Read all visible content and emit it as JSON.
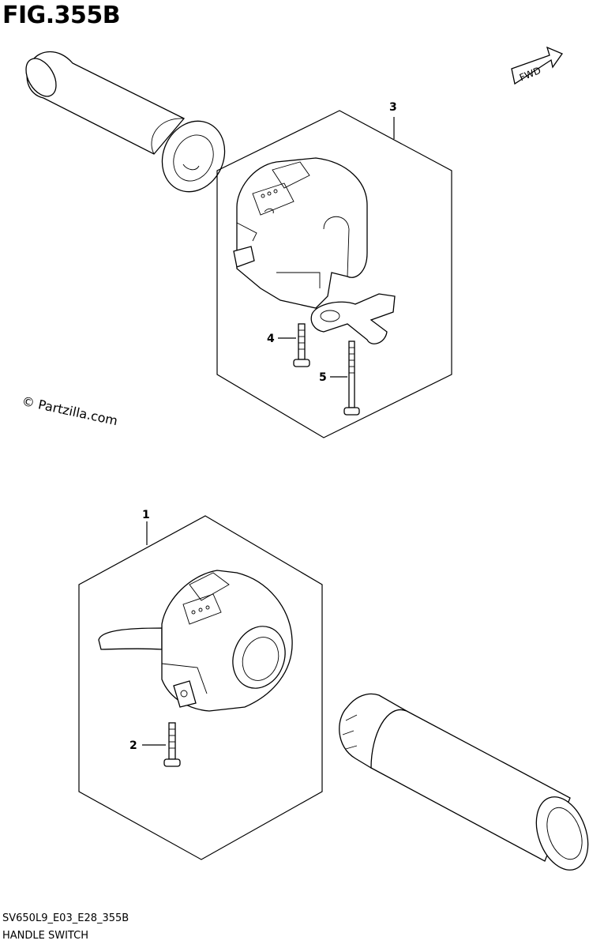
{
  "figure": {
    "title": "FIG.355B",
    "watermark": "© Partzilla.com",
    "code": "SV650L9_E03_E28_355B",
    "caption": "HANDLE SWITCH",
    "direction_label": "FWD"
  },
  "callouts": [
    {
      "id": "part-3",
      "label": "3"
    },
    {
      "id": "part-4",
      "label": "4"
    },
    {
      "id": "part-5",
      "label": "5"
    },
    {
      "id": "part-1",
      "label": "1"
    },
    {
      "id": "part-2",
      "label": "2"
    }
  ]
}
